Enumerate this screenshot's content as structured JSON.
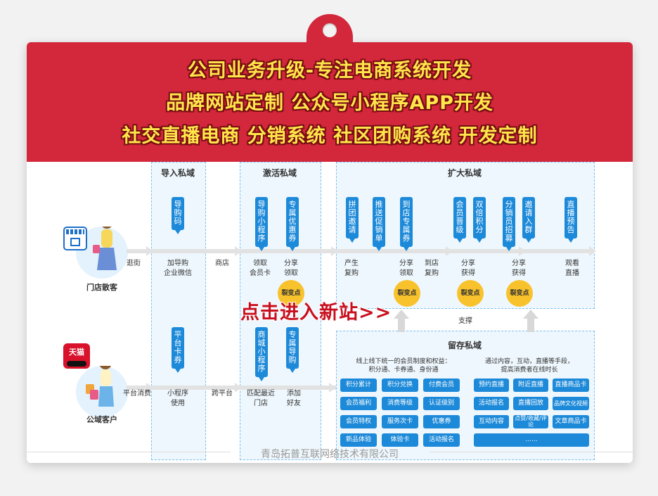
{
  "banner": {
    "line1": "公司业务升级-专注电商系统开发",
    "line2": "品牌网站定制 公众号小程序APP开发",
    "line3": "社交直播电商 分销系统 社区团购系统 开发定制"
  },
  "zones": {
    "import": "导入私域",
    "activate": "激活私域",
    "expand": "扩大私域",
    "retain": "留存私域"
  },
  "customers": {
    "store": "门店散客",
    "tmall_badge": "天猫",
    "public": "公域客户"
  },
  "top_flow": {
    "s1": "逛街",
    "s2": "加导购\n企业微信",
    "s3": "商店",
    "s4": "领取\n会员卡",
    "s5": "分享\n领取",
    "s6": "产生\n复购",
    "s7": "分享\n领取",
    "s8": "到店\n复购",
    "s9": "分享\n获得",
    "s10": "分享\n获得",
    "s11": "观看\n直播"
  },
  "top_tags": {
    "t1": "导购码",
    "t2": "导购小程序",
    "t3": "专属优惠券",
    "t4": "拼团邀请",
    "t5": "推送促销单",
    "t6": "到店专属券",
    "t7": "会员晋级",
    "t8": "双倍积分",
    "t9": "分销员招募",
    "t10": "邀请入群",
    "t11": "直播预告"
  },
  "fission": "裂变点",
  "cta": "点击进入新站>>",
  "support": "支撑",
  "bottom_flow": {
    "s1": "平台消费",
    "s2": "小程序\n使用",
    "s3": "跨平台",
    "s4": "匹配最近\n门店",
    "s5": "添加\n好友"
  },
  "bottom_tags": {
    "t1": "平台卡券",
    "t2": "商城小程序",
    "t3": "专属导购"
  },
  "retain": {
    "left_desc": "线上线下统一的会员制度和权益：\n积分通、卡券通、身份通",
    "right_desc": "通过内容，互动，直播等手段，\n提高消费者在线时长",
    "left_pills": [
      "积分累计",
      "积分兑换",
      "付费会员",
      "会员福利",
      "消费等级",
      "认证级别",
      "会员特权",
      "服务次卡",
      "优惠券",
      "新品体验",
      "体验卡",
      "活动报名"
    ],
    "right_pills": [
      "预约直播",
      "附近直播",
      "直播商品卡",
      "活动报名",
      "直播回放",
      "品牌文化视频",
      "互动内容",
      "点赞/收藏/评论",
      "文章商品卡"
    ],
    "more": "......"
  },
  "footer": "青岛拓普互联网络技术有限公司"
}
